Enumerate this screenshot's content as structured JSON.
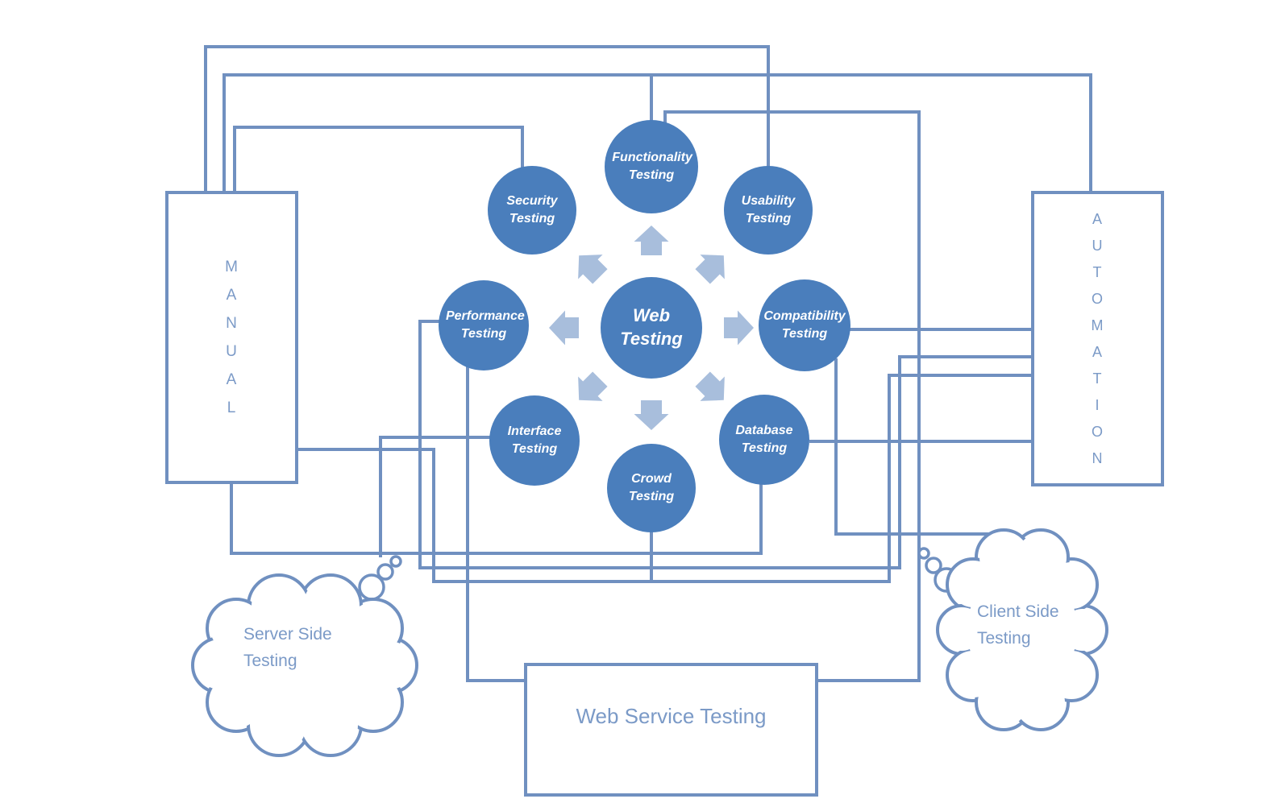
{
  "palette": {
    "node_fill": "#4A7EBC",
    "node_text": "#FFFFFF",
    "connector": "#7090C0",
    "label_text": "#7B9AC7",
    "arrow_fill": "#A8BEDC",
    "background": "#FFFFFF"
  },
  "hub": {
    "label": "Web Testing"
  },
  "satellites": {
    "functionality": {
      "label": "Functionality Testing"
    },
    "security": {
      "label": "Security Testing"
    },
    "usability": {
      "label": "Usability Testing"
    },
    "performance": {
      "label": "Performance Testing"
    },
    "compatibility": {
      "label": "Compatibility Testing"
    },
    "interface": {
      "label": "Interface Testing"
    },
    "database": {
      "label": "Database Testing"
    },
    "crowd": {
      "label": "Crowd Testing"
    }
  },
  "boxes": {
    "manual": {
      "label": "MANUAL"
    },
    "automation": {
      "label": "AUTOMATION"
    },
    "web_service": {
      "label": "Web Service Testing"
    }
  },
  "clouds": {
    "server": {
      "label": "Server Side Testing"
    },
    "client": {
      "label": "Client Side Testing"
    }
  }
}
